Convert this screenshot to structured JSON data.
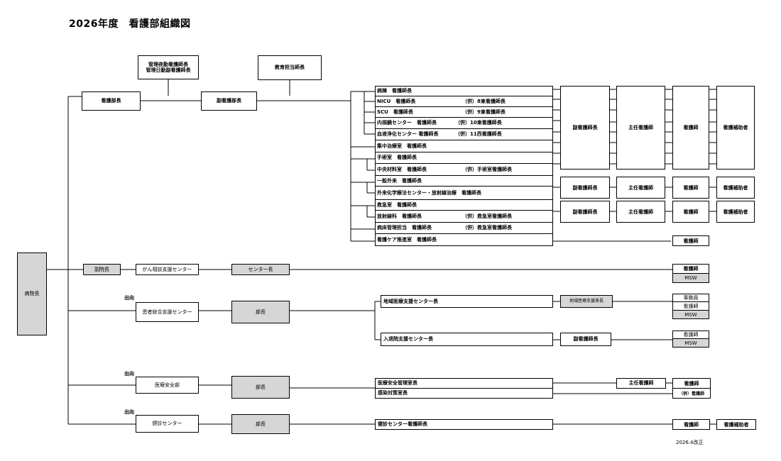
{
  "title": "2026年度　看護部組織図",
  "revised": "2026.4改正",
  "top": {
    "hospital_director": "病院長",
    "nursing_director": "看護部長",
    "night_lines": [
      "管理夜勤看護師長",
      "管理日勤副看護師長"
    ],
    "vice_director": "副看護部長",
    "education": "教育担当師長"
  },
  "units": [
    {
      "name": "病棟　看護師長",
      "extra": ""
    },
    {
      "name": "NICU　看護師長",
      "extra": "（併）8東看護師長"
    },
    {
      "name": "SCU　看護師長",
      "extra": "（併）9東看護師長"
    },
    {
      "name": "内視鏡センター　看護師長",
      "extra": "（併）10東看護師長"
    },
    {
      "name": "血液浄化センター 看護師長",
      "extra": "（併）11西看護師長"
    },
    {
      "name": "集中治療室　看護師長",
      "extra": ""
    },
    {
      "name": "手術室　看護師長",
      "extra": ""
    },
    {
      "name": "中央材料室　看護師長",
      "extra": "（併）手術室看護師長"
    },
    {
      "name": "一般外来　看護師長",
      "extra": ""
    },
    {
      "name": "外来化学療法センター・放射線治療　看護師長",
      "extra": ""
    },
    {
      "name": "救急室　看護師長",
      "extra": ""
    },
    {
      "name": "放射線科　看護師長",
      "extra": "（併）救急室看護師長"
    },
    {
      "name": "病床管理担当　看護師長",
      "extra": "（併）救急室看護師長"
    },
    {
      "name": "看護ケア推進室　看護師長",
      "extra": ""
    }
  ],
  "staff": {
    "vice_head": "副看護師長",
    "chief": "主任看護師",
    "nurse": "看護師",
    "assistant": "看護補助者"
  },
  "cancer": {
    "vice_president": "副院長",
    "center": "がん相談支援センター",
    "head": "センター長",
    "nurse": "看護師",
    "msw": "MSW"
  },
  "patient": {
    "dispatch": "出向",
    "center": "患者総合支援センター",
    "head": "部長",
    "regional": "地域医療支援センター長",
    "regional_staff": "地域医療支援係長",
    "regional_list": [
      "事務員",
      "看護師",
      "MSW"
    ],
    "admission": "入退院支援センター長",
    "admission_staff": "副看護師長",
    "admission_list": [
      "看護師",
      "MSW"
    ]
  },
  "safety": {
    "dispatch": "出向",
    "dept": "医療安全部",
    "head": "部長",
    "room1": "医療安全管理室長",
    "room2": "感染対策室長",
    "chief": "主任看護師",
    "nurse": "看護師",
    "nurse2": "（併）看護師"
  },
  "checkup": {
    "dispatch": "出向",
    "center": "健診センター",
    "head": "部長",
    "head_nurse": "健診センター看護師長",
    "nurse": "看護師",
    "assistant": "看護補助者"
  }
}
